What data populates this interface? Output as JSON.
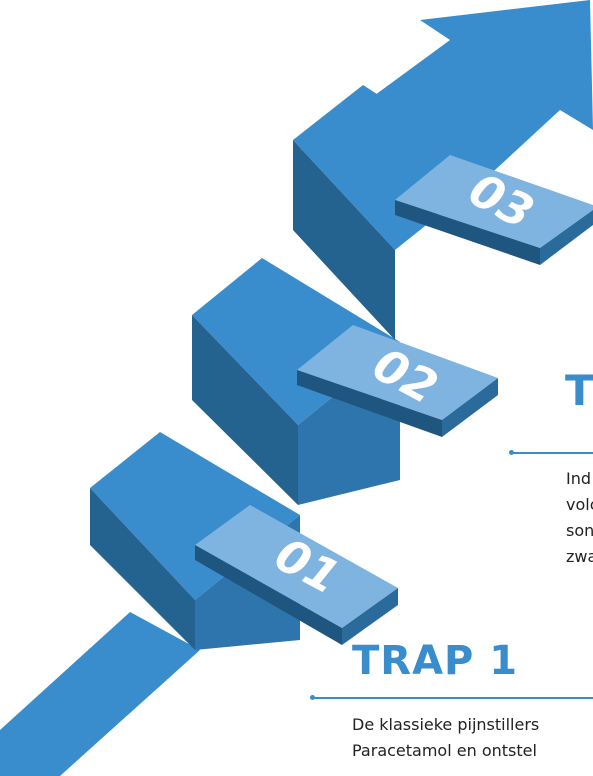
{
  "steps": [
    {
      "number": "01"
    },
    {
      "number": "02"
    },
    {
      "number": "03"
    }
  ],
  "trap2": {
    "title_fragment": "TI",
    "lines": [
      "Ind",
      "volc",
      "son",
      "zwa"
    ]
  },
  "trap1": {
    "title": "TRAP 1",
    "lines": [
      "De klassieke pijnstillers",
      "Paracetamol en ontstel"
    ]
  },
  "colors": {
    "top": "#3a8dcc",
    "riser": "#24628f",
    "number_tile": "#7fb4e0",
    "heading": "#3a8dcc"
  }
}
